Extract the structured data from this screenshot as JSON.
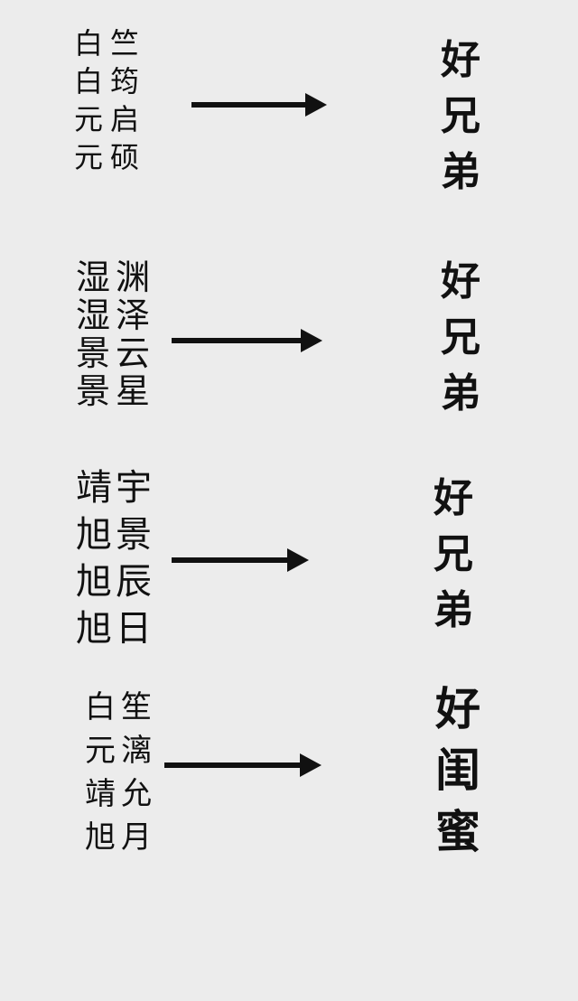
{
  "groups": [
    {
      "left": [
        "白",
        "白",
        "元",
        "元"
      ],
      "right": [
        "竺",
        "筠",
        "启",
        "硕"
      ],
      "result": [
        "好",
        "兄",
        "弟"
      ]
    },
    {
      "left": [
        "湿",
        "湿",
        "景",
        "景"
      ],
      "right": [
        "渊",
        "泽",
        "云",
        "星"
      ],
      "result": [
        "好",
        "兄",
        "弟"
      ]
    },
    {
      "left": [
        "靖",
        "旭",
        "旭",
        "旭"
      ],
      "right": [
        "宇",
        "景",
        "辰",
        "日"
      ],
      "result": [
        "好",
        "兄",
        "弟"
      ]
    },
    {
      "left": [
        "白",
        "元",
        "靖",
        "旭"
      ],
      "right": [
        "笙",
        "漓",
        "允",
        "月"
      ],
      "result": [
        "好",
        "闺",
        "蜜"
      ]
    }
  ]
}
